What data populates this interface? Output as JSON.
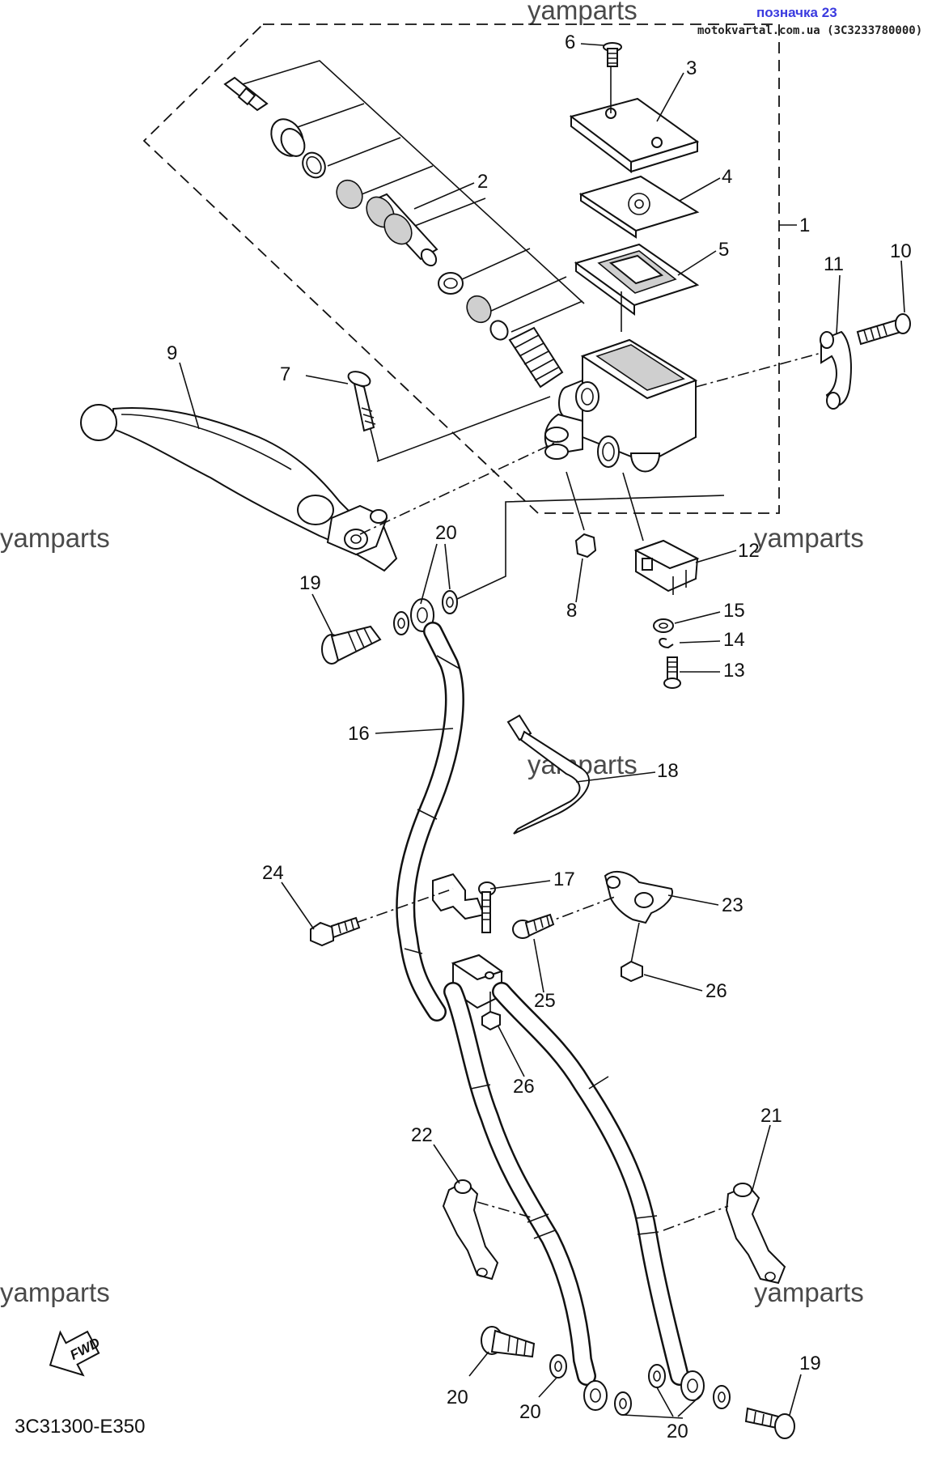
{
  "header": {
    "tag_title": "позначка 23",
    "tag_source": "motokvartal.com.ua (3C3233780000)"
  },
  "watermark": "yamparts",
  "diagram_code": "3C31300-E350",
  "fwd_label": "FWD",
  "colors": {
    "tag_title": "#3a3adf",
    "ink": "#111111"
  },
  "callouts": [
    "1",
    "2",
    "3",
    "4",
    "5",
    "6",
    "7",
    "8",
    "9",
    "10",
    "11",
    "12",
    "13",
    "14",
    "15",
    "16",
    "17",
    "18",
    "19",
    "19",
    "20",
    "20",
    "20",
    "20",
    "21",
    "22",
    "23",
    "24",
    "25",
    "26",
    "26"
  ]
}
